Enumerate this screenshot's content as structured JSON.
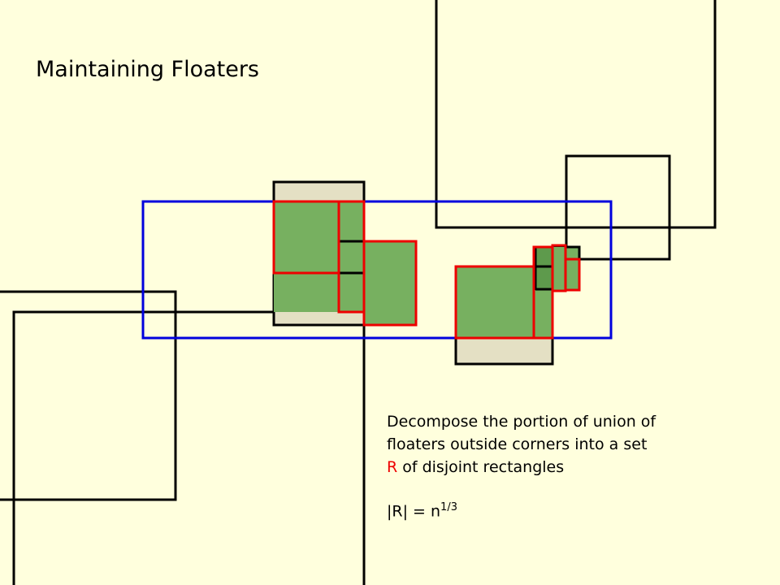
{
  "slide": {
    "title": "Maintaining Floaters",
    "caption": {
      "line1": "Decompose the portion of union of",
      "line2": "floaters outside corners into a set",
      "r_symbol": "R",
      "line3_rest": " of disjoint rectangles"
    },
    "formula": {
      "left": "|R| = n",
      "exponent": "1/3"
    }
  },
  "colors": {
    "background": "#FFFFDD",
    "floater_fill": "#77B060",
    "outside_fill": "#E4E0C4",
    "rectangle_border": "#EE0000",
    "query_border": "#0000DD",
    "cell_border": "#000000"
  }
}
